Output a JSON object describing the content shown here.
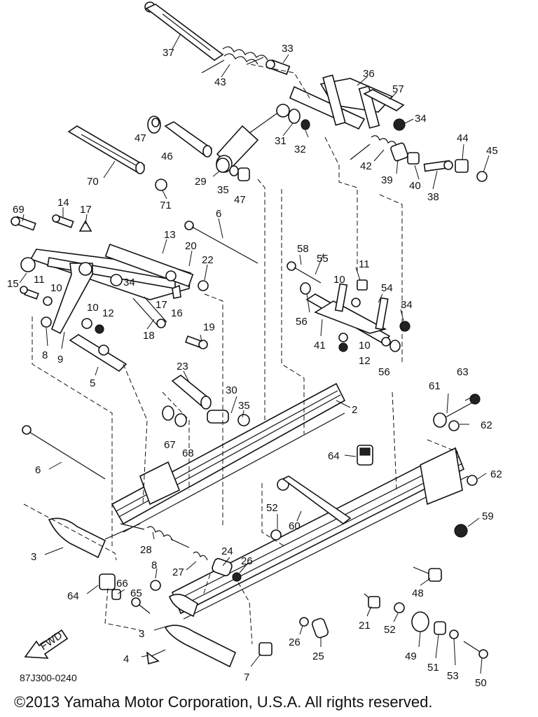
{
  "diagram_code": "87J300-0240",
  "copyright": "©2013 Yamaha Motor Corporation, U.S.A. All rights reserved.",
  "fwd_label": "FWD",
  "parts": {
    "p37": "37",
    "p43": "43",
    "p33": "33",
    "p36": "36",
    "p57": "57",
    "p34a": "34",
    "p47a": "47",
    "p46": "46",
    "p31": "31",
    "p32": "32",
    "p44": "44",
    "p45": "45",
    "p70": "70",
    "p29": "29",
    "p35a": "35",
    "p47b": "47",
    "p42": "42",
    "p39": "39",
    "p40": "40",
    "p38": "38",
    "p71": "71",
    "p69": "69",
    "p14": "14",
    "p17a": "17",
    "p13": "13",
    "p6a": "6",
    "p20": "20",
    "p22": "22",
    "p58": "58",
    "p55": "55",
    "p11a": "11",
    "p15": "15",
    "p11b": "11",
    "p10a": "10",
    "p34b": "34",
    "p10b": "10",
    "p12a": "12",
    "p17b": "17",
    "p16": "16",
    "p10c": "10",
    "p54": "54",
    "p34c": "34",
    "p56a": "56",
    "p41": "41",
    "p8a": "8",
    "p9": "9",
    "p18": "18",
    "p19": "19",
    "p10d": "10",
    "p12b": "12",
    "p56b": "56",
    "p5": "5",
    "p23": "23",
    "p63": "63",
    "p61": "61",
    "p2": "2",
    "p30": "30",
    "p35b": "35",
    "p62a": "62",
    "p67": "67",
    "p68": "68",
    "p64a": "64",
    "p6b": "6",
    "p62b": "62",
    "p52a": "52",
    "p60": "60",
    "p59": "59",
    "p3a": "3",
    "p28": "28",
    "p24": "24",
    "p26a": "26",
    "p8b": "8",
    "p27": "27",
    "p66": "66",
    "p64b": "64",
    "p65": "65",
    "p48": "48",
    "p21": "21",
    "p52b": "52",
    "p3b": "3",
    "p26b": "26",
    "p25": "25",
    "p49": "49",
    "p51": "51",
    "p4": "4",
    "p7": "7",
    "p53": "53",
    "p50": "50"
  }
}
